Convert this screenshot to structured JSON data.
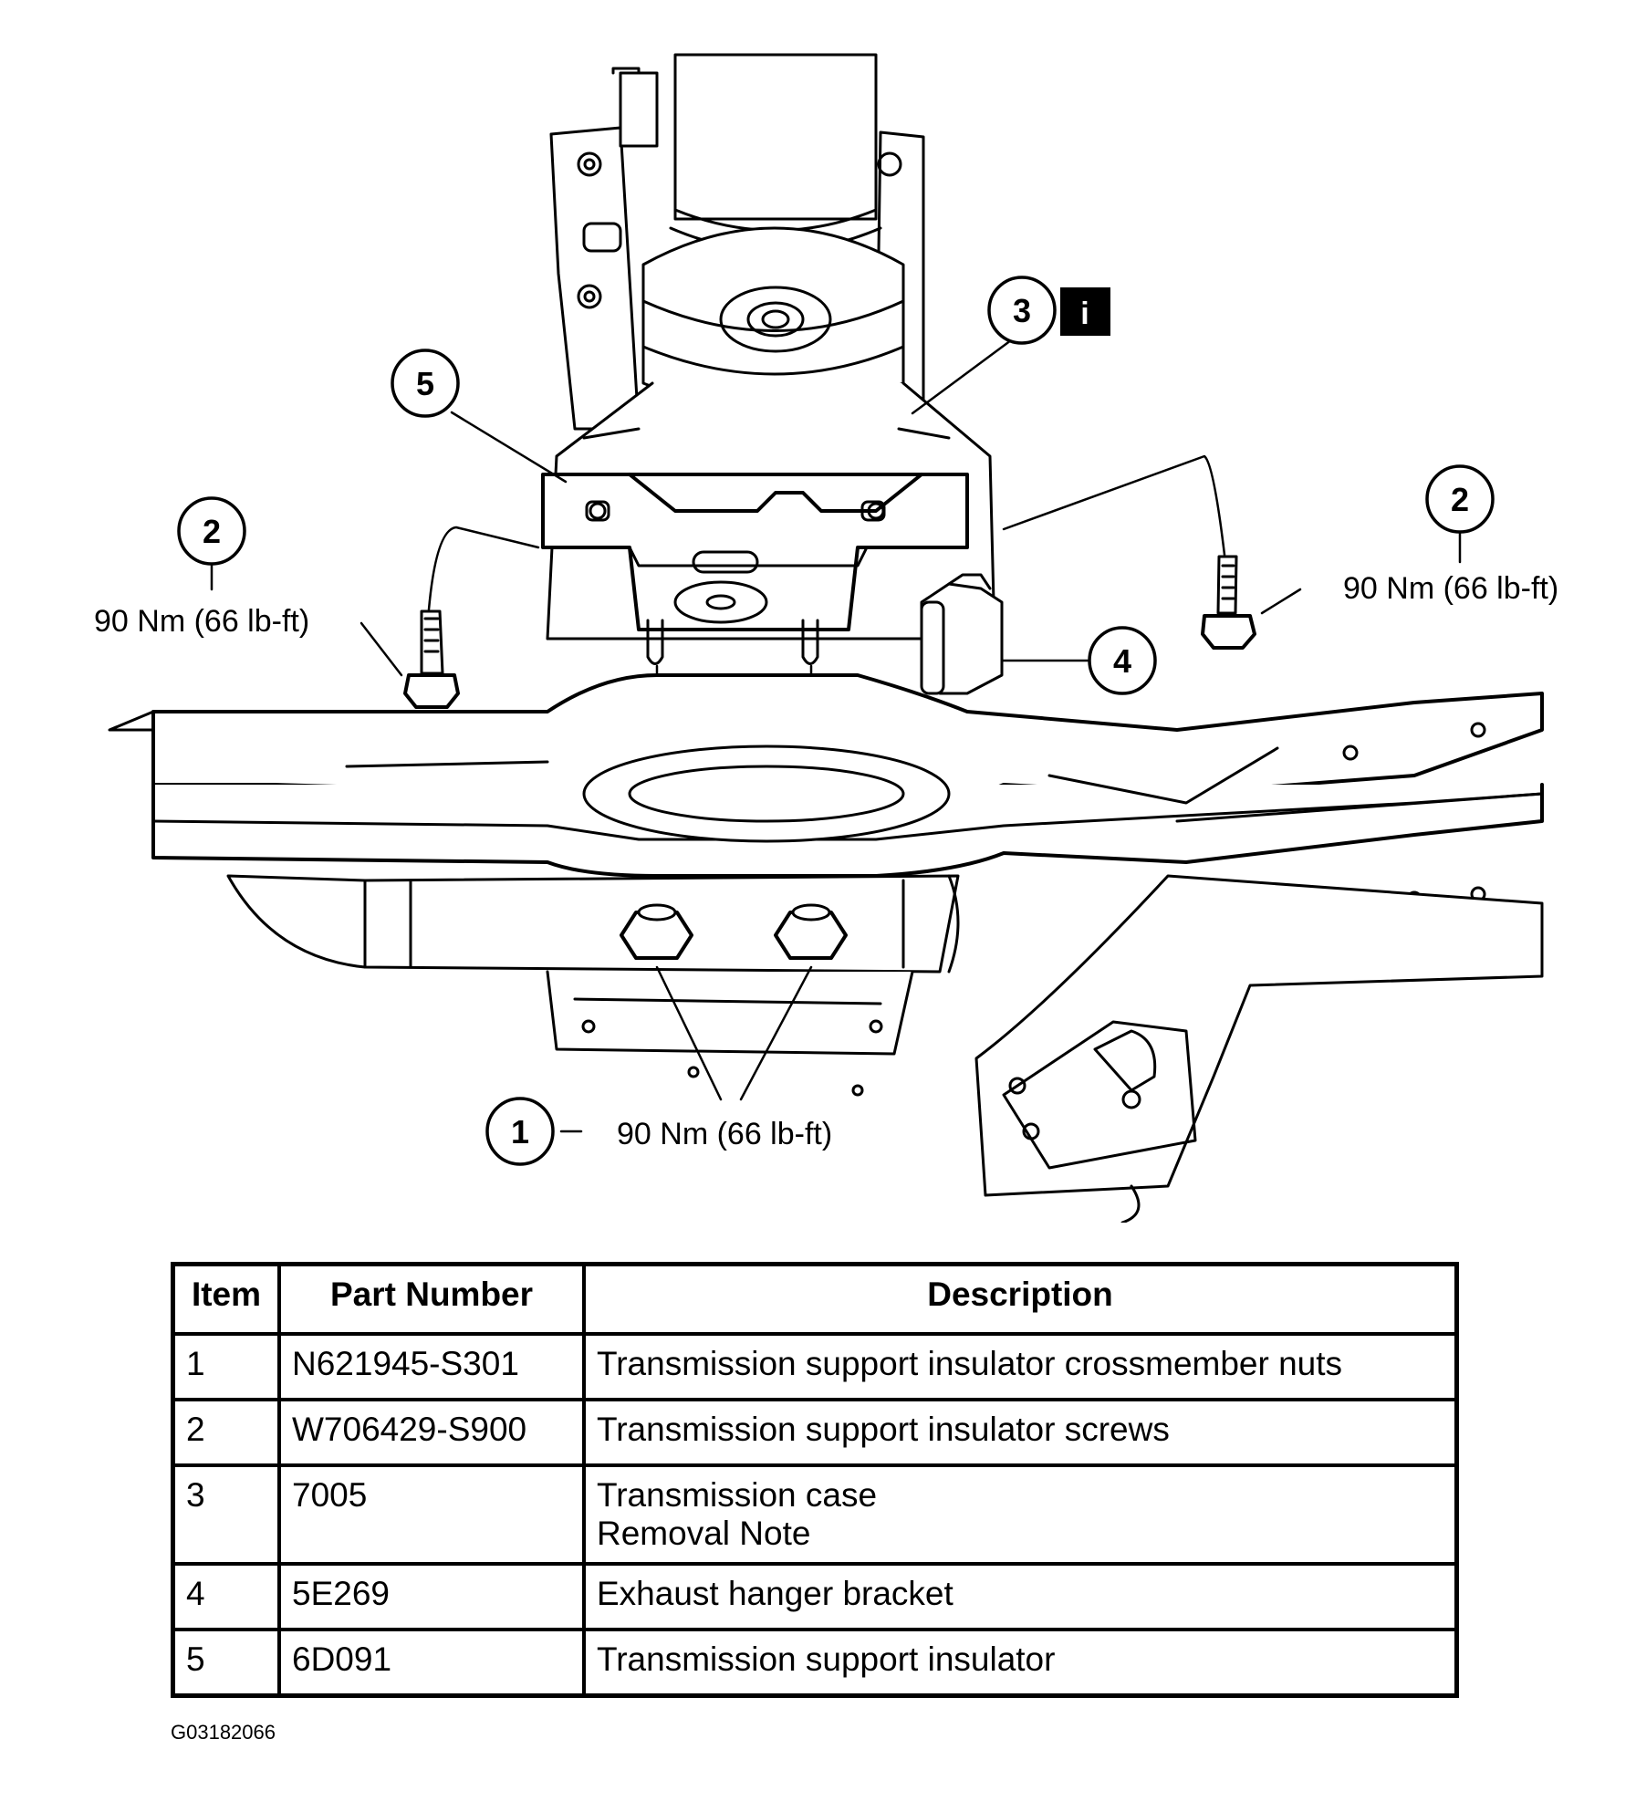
{
  "callouts": {
    "c1": {
      "number": "1",
      "torque": "90 Nm (66 lb-ft)"
    },
    "c2_left": {
      "number": "2",
      "torque": "90 Nm (66 lb-ft)"
    },
    "c2_right": {
      "number": "2",
      "torque": "90 Nm (66 lb-ft)"
    },
    "c3": {
      "number": "3",
      "info_icon": "i"
    },
    "c4": {
      "number": "4"
    },
    "c5": {
      "number": "5"
    }
  },
  "table": {
    "headers": [
      "Item",
      "Part Number",
      "Description"
    ],
    "rows": [
      {
        "item": "1",
        "part_number": "N621945-S301",
        "description": [
          "Transmission support insulator crossmember nuts"
        ]
      },
      {
        "item": "2",
        "part_number": "W706429-S900",
        "description": [
          "Transmission support insulator screws"
        ]
      },
      {
        "item": "3",
        "part_number": "7005",
        "description": [
          "Transmission case",
          "Removal Note"
        ]
      },
      {
        "item": "4",
        "part_number": "5E269",
        "description": [
          "Exhaust hanger bracket"
        ]
      },
      {
        "item": "5",
        "part_number": "6D091",
        "description": [
          "Transmission support insulator"
        ]
      }
    ]
  },
  "figure_id": "G03182066",
  "colors": {
    "ink": "#000000",
    "paper": "#ffffff"
  }
}
